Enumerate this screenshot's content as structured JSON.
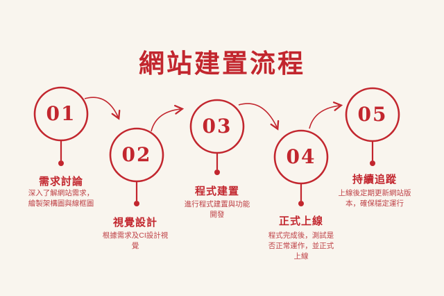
{
  "title": "網站建置流程",
  "colors": {
    "accent": "#C2262E",
    "desc": "#BE4146",
    "bg": "#F9F5EE",
    "circle-fill": "#FBF8F1"
  },
  "steps": [
    {
      "num": "01",
      "label": "需求討論",
      "desc": "深入了解網站需求，繪製架構圖與線框圖"
    },
    {
      "num": "02",
      "label": "視覺設計",
      "desc": "根據需求及CI設計視覺"
    },
    {
      "num": "03",
      "label": "程式建置",
      "desc": "進行程式建置與功能開發"
    },
    {
      "num": "04",
      "label": "正式上線",
      "desc": "程式完成後，測試是否正常運作，並正式上線"
    },
    {
      "num": "05",
      "label": "持續追蹤",
      "desc": "上線後定期更新網站版本，確保穩定運行"
    }
  ]
}
